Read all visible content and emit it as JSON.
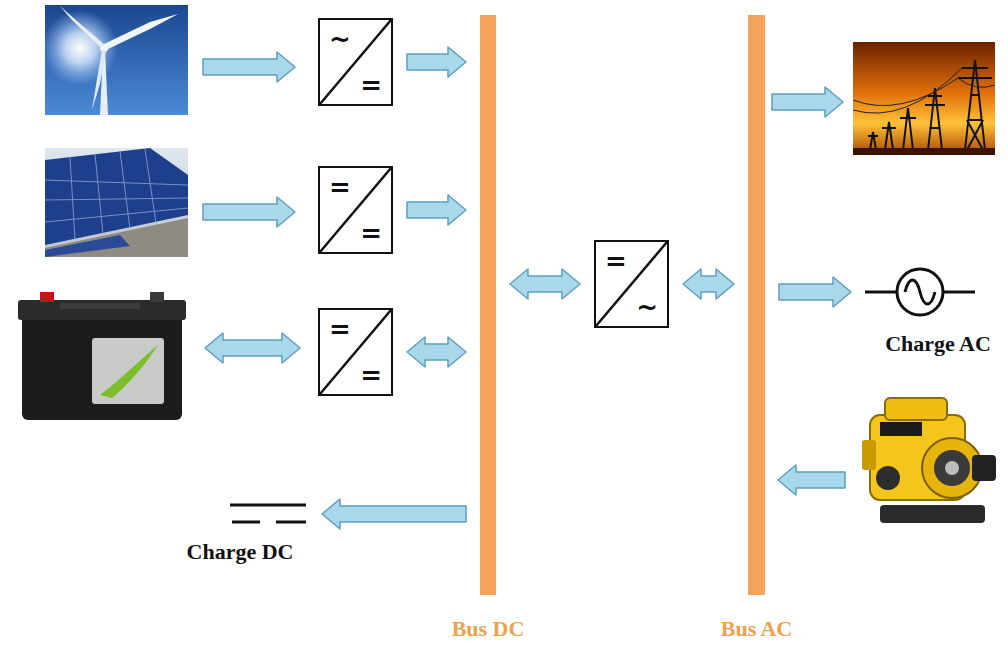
{
  "diagram": {
    "nodes": [
      {
        "text": [
          "~",
          "="
        ]
      },
      {
        "text": [
          "=",
          "="
        ]
      },
      {
        "text": [
          "=",
          "="
        ]
      },
      {
        "text": [
          "Bus DC"
        ]
      },
      {
        "text": [
          "=",
          "~"
        ]
      },
      {
        "text": [
          "Bus AC"
        ]
      },
      {
        "text": [
          "Charge AC"
        ]
      },
      {
        "text": [
          "Charge DC"
        ]
      }
    ],
    "edges": [
      {
        "from": 0,
        "to": 3,
        "arrow": "to"
      },
      {
        "from": 1,
        "to": 3,
        "arrow": "to"
      },
      {
        "from": 2,
        "to": 3,
        "arrow": "both"
      },
      {
        "from": 3,
        "to": 4,
        "arrow": "both"
      },
      {
        "from": 4,
        "to": 5,
        "arrow": "both"
      },
      {
        "from": 5,
        "to": 6,
        "arrow": "to"
      },
      {
        "from": 3,
        "to": 7,
        "arrow": "to"
      }
    ]
  }
}
